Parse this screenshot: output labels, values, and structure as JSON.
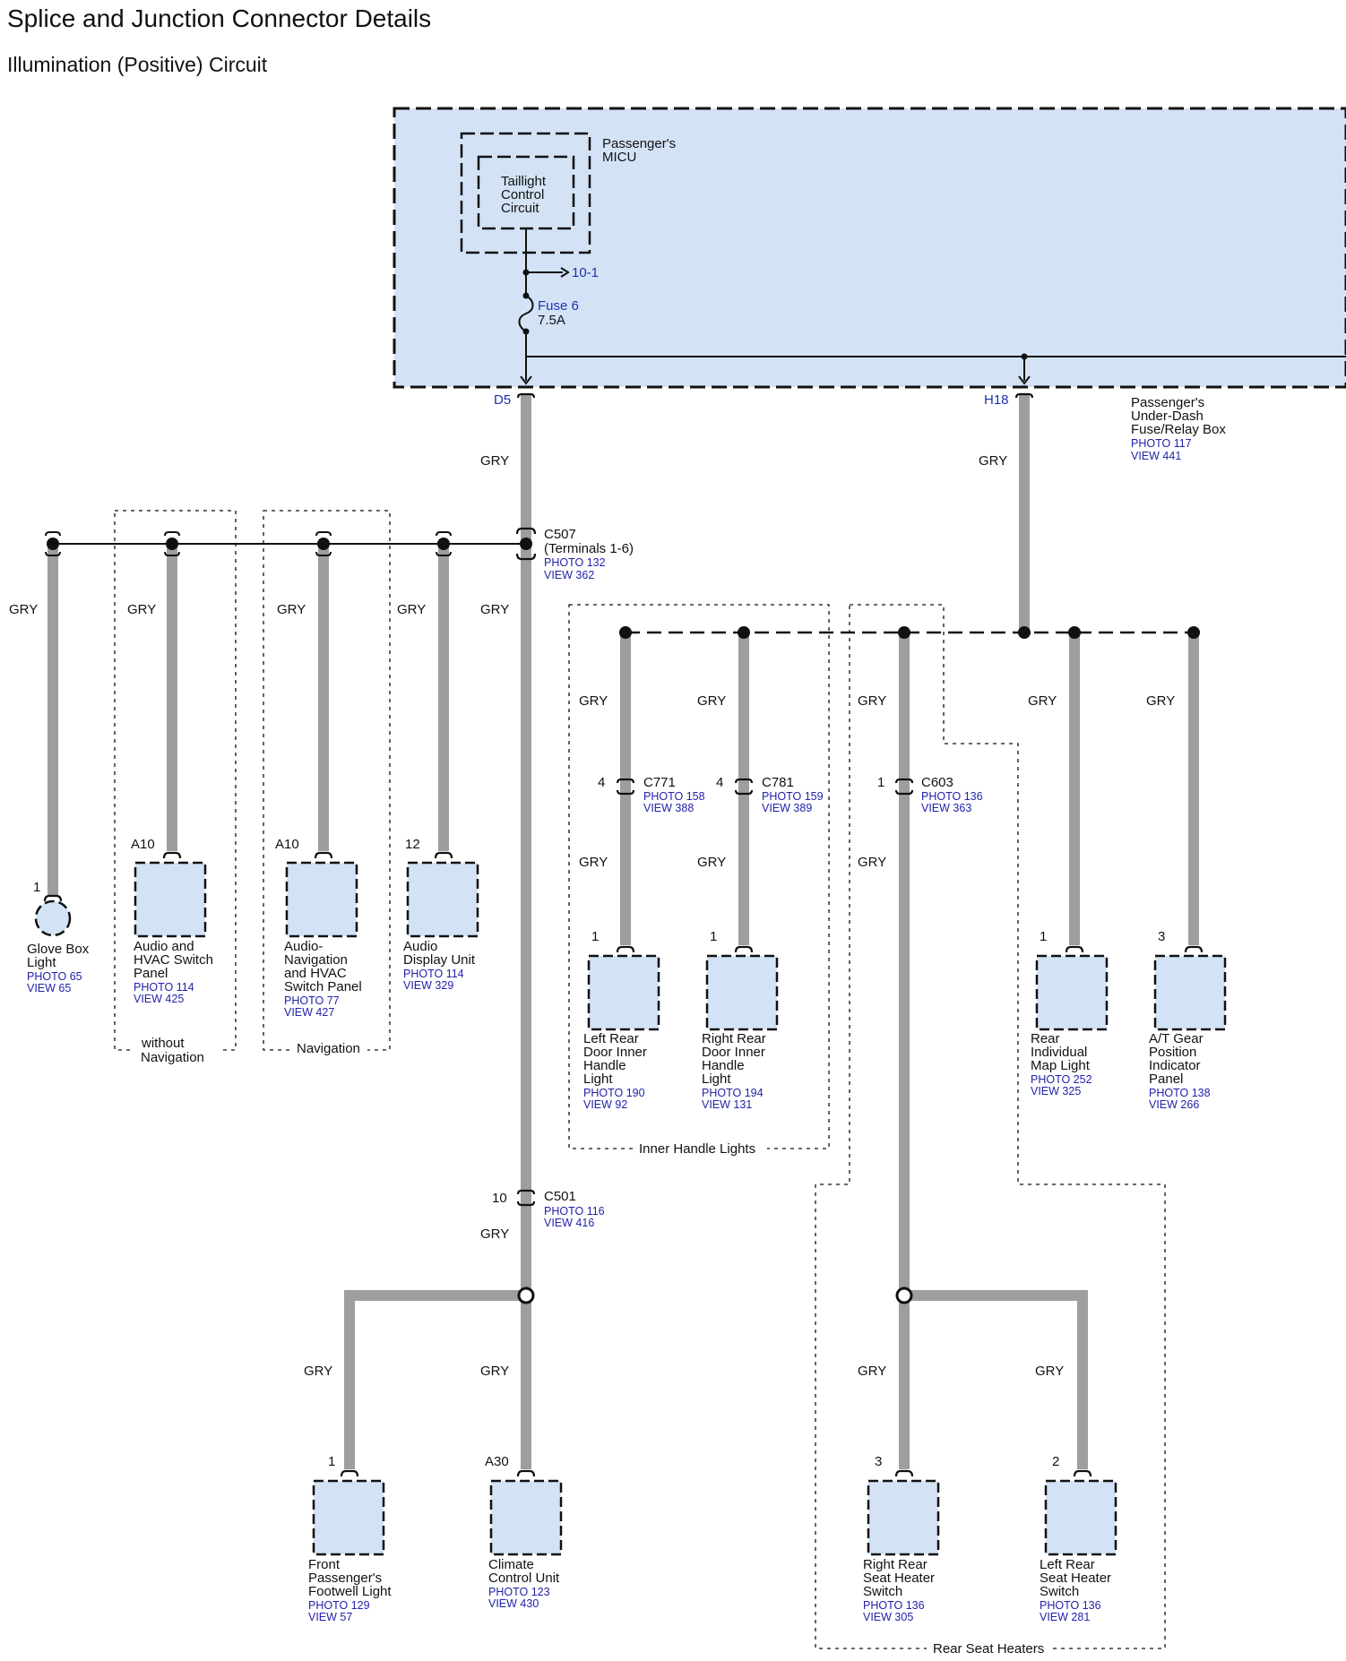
{
  "title": "Splice and Junction Connector Details",
  "subtitle": "Illumination (Positive) Circuit",
  "micu": {
    "label1": "Passenger's",
    "label2": "MICU",
    "circuit1": "Taillight",
    "circuit2": "Control",
    "circuit3": "Circuit",
    "ref": "10-1",
    "fuse_name": "Fuse 6",
    "fuse_rating": "7.5A"
  },
  "fusebox": {
    "l1": "Passenger's",
    "l2": "Under-Dash",
    "l3": "Fuse/Relay Box",
    "photo": "PHOTO 117",
    "view": "VIEW 441",
    "pin_left": "D5",
    "pin_right": "H18"
  },
  "wire_color": "GRY",
  "c507": {
    "name": "C507",
    "sub": "(Terminals 1-6)",
    "photo": "PHOTO 132",
    "view": "VIEW 362"
  },
  "c501": {
    "name": "C501",
    "pin": "10",
    "photo": "PHOTO 116",
    "view": "VIEW 416"
  },
  "c771": {
    "name": "C771",
    "pin": "4",
    "photo": "PHOTO 158",
    "view": "VIEW 388"
  },
  "c781": {
    "name": "C781",
    "pin": "4",
    "photo": "PHOTO 159",
    "view": "VIEW 389"
  },
  "c603": {
    "name": "C603",
    "pin": "1",
    "photo": "PHOTO 136",
    "view": "VIEW 363"
  },
  "groups": {
    "without_nav1": "without",
    "without_nav2": "Navigation",
    "nav": "Navigation",
    "inner": "Inner Handle Lights",
    "rear_seat": "Rear Seat Heaters"
  },
  "components": {
    "glovebox": {
      "pin": "1",
      "l1": "Glove Box",
      "l2": "Light",
      "photo": "PHOTO 65",
      "view": "VIEW 65"
    },
    "audio_hvac": {
      "pin": "A10",
      "l1": "Audio and",
      "l2": "HVAC Switch",
      "l3": "Panel",
      "photo": "PHOTO 114",
      "view": "VIEW 425"
    },
    "audio_nav": {
      "pin": "A10",
      "l1": "Audio-",
      "l2": "Navigation",
      "l3": "and HVAC",
      "l4": "Switch Panel",
      "photo": "PHOTO 77",
      "view": "VIEW 427"
    },
    "audio_disp": {
      "pin": "12",
      "l1": "Audio",
      "l2": "Display Unit",
      "photo": "PHOTO 114",
      "view": "VIEW 329"
    },
    "left_rear_handle": {
      "pin": "1",
      "l1": "Left Rear",
      "l2": "Door Inner",
      "l3": "Handle",
      "l4": "Light",
      "photo": "PHOTO 190",
      "view": "VIEW 92"
    },
    "right_rear_handle": {
      "pin": "1",
      "l1": "Right Rear",
      "l2": "Door Inner",
      "l3": "Handle",
      "l4": "Light",
      "photo": "PHOTO 194",
      "view": "VIEW 131"
    },
    "rear_map": {
      "pin": "1",
      "l1": "Rear",
      "l2": "Individual",
      "l3": "Map Light",
      "photo": "PHOTO 252",
      "view": "VIEW 325"
    },
    "at_gear": {
      "pin": "3",
      "l1": "A/T Gear",
      "l2": "Position",
      "l3": "Indicator",
      "l4": "Panel",
      "photo": "PHOTO 138",
      "view": "VIEW 266"
    },
    "footwell": {
      "pin": "1",
      "l1": "Front",
      "l2": "Passenger's",
      "l3": "Footwell Light",
      "photo": "PHOTO 129",
      "view": "VIEW 57"
    },
    "climate": {
      "pin": "A30",
      "l1": "Climate",
      "l2": "Control Unit",
      "photo": "PHOTO 123",
      "view": "VIEW 430"
    },
    "right_seat": {
      "pin": "3",
      "l1": "Right Rear",
      "l2": "Seat Heater",
      "l3": "Switch",
      "photo": "PHOTO 136",
      "view": "VIEW 305"
    },
    "left_seat": {
      "pin": "2",
      "l1": "Left Rear",
      "l2": "Seat Heater",
      "l3": "Switch",
      "photo": "PHOTO 136",
      "view": "VIEW 281"
    }
  },
  "colors": {
    "wire": "#9e9e9e",
    "fill": "#d3e3f5",
    "link": "#2222aa"
  }
}
